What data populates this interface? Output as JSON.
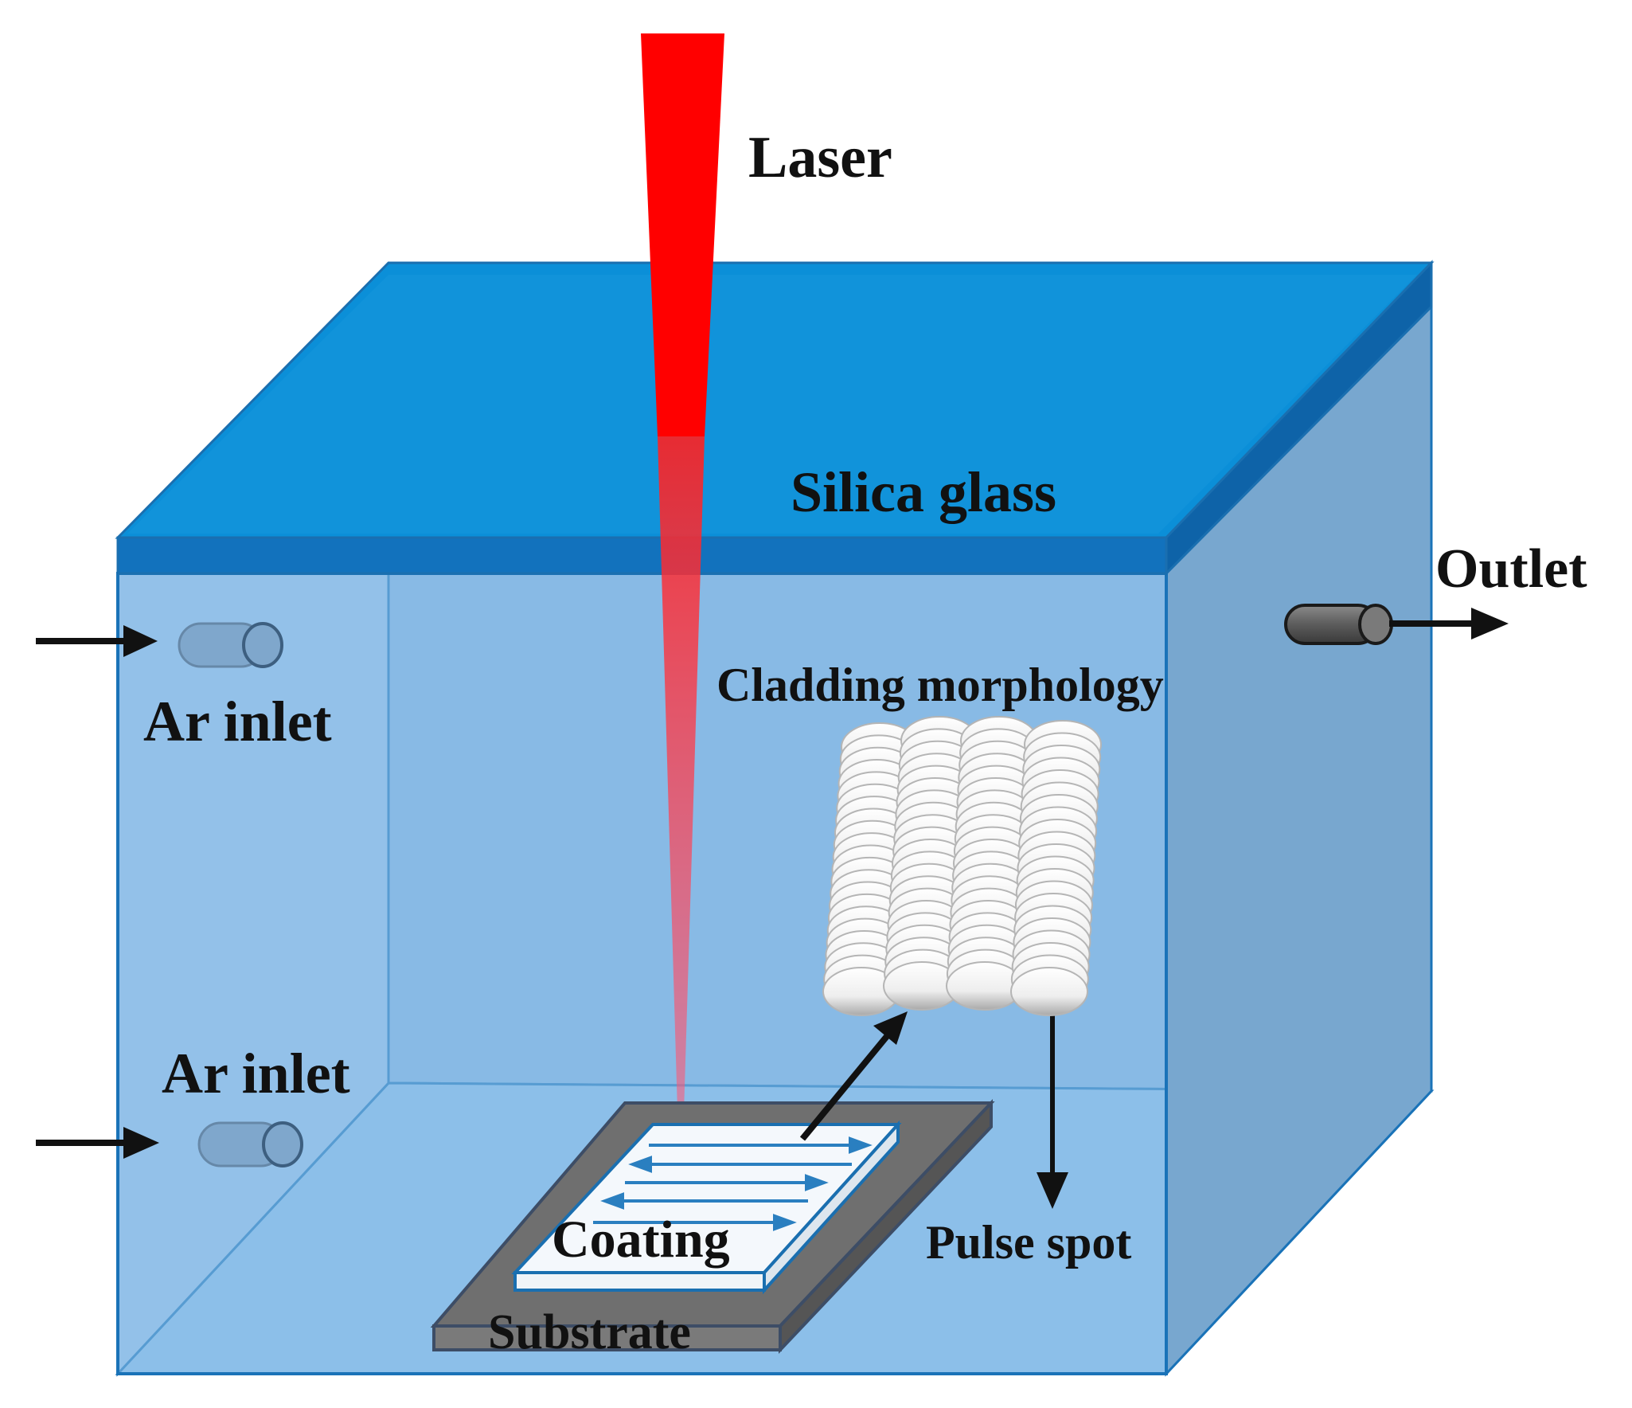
{
  "labels": {
    "laser": "Laser",
    "silica_glass": "Silica glass",
    "outlet": "Outlet",
    "ar_inlet_top": "Ar inlet",
    "ar_inlet_bottom": "Ar inlet",
    "cladding_morphology": "Cladding morphology",
    "coating": "Coating",
    "substrate": "Substrate",
    "pulse_spot": "Pulse spot"
  },
  "colors": {
    "box_fill": "#8bbde8",
    "box_edge": "#1a73b8",
    "glass_lid": "#1a8fd6",
    "laser": "#ff0000",
    "substrate": "#6e6e6e",
    "coating": "#f4f8fc",
    "disc": "#f2f2f2"
  }
}
